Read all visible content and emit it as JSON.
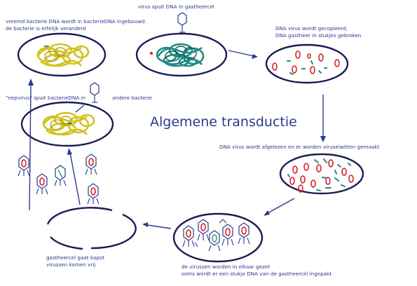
{
  "title": "Algemene transductie",
  "captions": {
    "virus_injects": "virus spuit DNA in gastheercel",
    "dna_copied_1": "DNA virus wordt gecopieerd,",
    "dna_copied_2": "DNA gastheer in stukjes gebroken",
    "dna_read": "DNA virus wordt afgelezen en er worden viruseiwitten gemaakt",
    "assembled_1": "de virussen worden in elkaar gezet",
    "assembled_2": "soms wordt er een stukje DNA van de gastheercel ingepakt",
    "cell_breaks_1": "gastheercel gaat kapot",
    "cell_breaks_2": "virussen komen vrij",
    "fake_virus": "\"nepvirus\" spuit bacterieDNA in",
    "other_bacterium": "andere bacterie",
    "foreign_1": "vreemd bacterie DNA wordt in bacterieDNA ingebouwd.",
    "foreign_2": "de bacterie is erfelijk veranderd"
  },
  "colors": {
    "outline": "#1e1a55",
    "text": "#2b3990",
    "host_dna": "#d4c21e",
    "virus_dna": "#1f8a86",
    "virus_ring": "#d9232e"
  }
}
